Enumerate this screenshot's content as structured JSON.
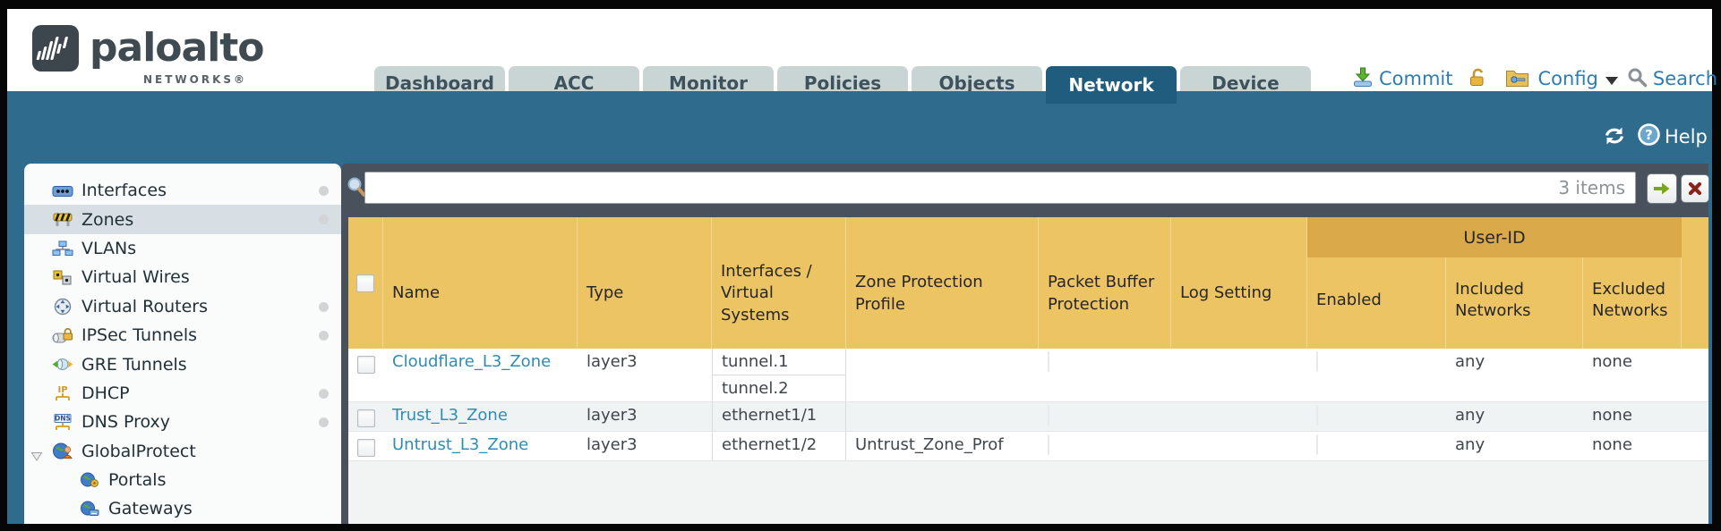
{
  "logo": {
    "brand": "paloalto",
    "sub": "NETWORKS®"
  },
  "tabs": [
    {
      "label": "Dashboard",
      "active": false
    },
    {
      "label": "ACC",
      "active": false
    },
    {
      "label": "Monitor",
      "active": false
    },
    {
      "label": "Policies",
      "active": false
    },
    {
      "label": "Objects",
      "active": false
    },
    {
      "label": "Network",
      "active": true
    },
    {
      "label": "Device",
      "active": false
    }
  ],
  "actions": {
    "commit": "Commit",
    "config": "Config",
    "search": "Search"
  },
  "band": {
    "help": "Help"
  },
  "sidebar": {
    "items": [
      {
        "label": "Interfaces",
        "icon": "interfaces-icon",
        "dot": true,
        "selected": false
      },
      {
        "label": "Zones",
        "icon": "zones-icon",
        "dot": true,
        "selected": true
      },
      {
        "label": "VLANs",
        "icon": "vlans-icon",
        "dot": false,
        "selected": false
      },
      {
        "label": "Virtual Wires",
        "icon": "virtual-wires-icon",
        "dot": false,
        "selected": false
      },
      {
        "label": "Virtual Routers",
        "icon": "virtual-routers-icon",
        "dot": true,
        "selected": false
      },
      {
        "label": "IPSec Tunnels",
        "icon": "ipsec-tunnels-icon",
        "dot": true,
        "selected": false
      },
      {
        "label": "GRE Tunnels",
        "icon": "gre-tunnels-icon",
        "dot": false,
        "selected": false
      },
      {
        "label": "DHCP",
        "icon": "dhcp-icon",
        "dot": true,
        "selected": false
      },
      {
        "label": "DNS Proxy",
        "icon": "dns-proxy-icon",
        "dot": true,
        "selected": false
      },
      {
        "label": "GlobalProtect",
        "icon": "globalprotect-icon",
        "dot": false,
        "selected": false,
        "expanded": true,
        "children": [
          {
            "label": "Portals",
            "icon": "portals-icon"
          },
          {
            "label": "Gateways",
            "icon": "gateways-icon"
          }
        ]
      }
    ]
  },
  "filter": {
    "value": "",
    "items_count": "3 items"
  },
  "table": {
    "group": "User-ID",
    "columns": {
      "name": "Name",
      "type": "Type",
      "interfaces": "Interfaces / Virtual Systems",
      "zone_protection": "Zone Protection Profile",
      "packet_buffer": "Packet Buffer Protection",
      "log_setting": "Log Setting",
      "enabled": "Enabled",
      "included": "Included Networks",
      "excluded": "Excluded Networks"
    },
    "rows": [
      {
        "name": "Cloudflare_L3_Zone",
        "type": "layer3",
        "interfaces": [
          "tunnel.1",
          "tunnel.2"
        ],
        "zone_protection_profile": "",
        "packet_buffer_protection": false,
        "log_setting": "",
        "enabled": false,
        "included_networks": "any",
        "excluded_networks": "none"
      },
      {
        "name": "Trust_L3_Zone",
        "type": "layer3",
        "interfaces": [
          "ethernet1/1"
        ],
        "zone_protection_profile": "",
        "packet_buffer_protection": false,
        "log_setting": "",
        "enabled": false,
        "included_networks": "any",
        "excluded_networks": "none"
      },
      {
        "name": "Untrust_L3_Zone",
        "type": "layer3",
        "interfaces": [
          "ethernet1/2"
        ],
        "zone_protection_profile": "Untrust_Zone_Prof",
        "packet_buffer_protection": false,
        "log_setting": "",
        "enabled": false,
        "included_networks": "any",
        "excluded_networks": "none"
      }
    ]
  },
  "colors": {
    "teal_band": "#2e6b8d",
    "active_tab": "#1f5c7e",
    "header_amber": "#edc464",
    "userid_band": "#d9a94a",
    "toolbar_dark": "#49525c",
    "link_blue": "#2f8cb4",
    "action_blue": "#2e7cb4",
    "zebra": "#f0f3f4"
  }
}
